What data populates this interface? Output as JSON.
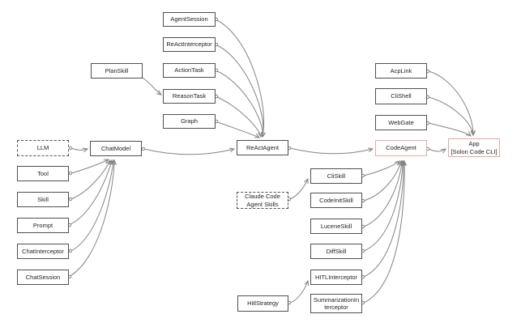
{
  "diagram": {
    "type": "dependency-graph",
    "colors": {
      "background": "#ffffff",
      "node_fill": "#ffffff",
      "node_border": "#4f4f4f",
      "highlight_node_border": "#efa6a2",
      "edge": "#848484",
      "text": "#1f1f1f"
    },
    "nodes": {
      "agent_session": {
        "label": "AgentSession"
      },
      "react_interceptor": {
        "label": "ReActInterceptor"
      },
      "action_task": {
        "label": "ActionTask"
      },
      "reason_task": {
        "label": "ReasonTask"
      },
      "graph": {
        "label": "Graph"
      },
      "plan_skill": {
        "label": "PlanSkill"
      },
      "llm": {
        "label": "LLM"
      },
      "tool": {
        "label": "Tool"
      },
      "skill": {
        "label": "Skill"
      },
      "prompt": {
        "label": "Prompt"
      },
      "chat_interceptor": {
        "label": "ChatInterceptor"
      },
      "chat_session": {
        "label": "ChatSession"
      },
      "chat_model": {
        "label": "ChatModel"
      },
      "react_agent": {
        "label": "ReActAgent"
      },
      "code_agent": {
        "label": "CodeAgent"
      },
      "app": {
        "label": "App",
        "sublabel": "[Solon Code CLI]"
      },
      "acp_link": {
        "label": "AcpLink"
      },
      "cli_shell": {
        "label": "CliShell"
      },
      "web_gate": {
        "label": "WebGate"
      },
      "cli_skill": {
        "label": "CliSkill"
      },
      "code_init_skill": {
        "label": "CodeInitSkill"
      },
      "lucene_skill": {
        "label": "LuceneSkill"
      },
      "diff_skill": {
        "label": "DiffSkill"
      },
      "hitl_interceptor": {
        "label": "HITLInterceptor"
      },
      "summarization_interceptor": {
        "label": "SummarizationInterceptor"
      },
      "claude_code_agent_skills": {
        "label": "Claude Code Agent Skills"
      },
      "hitl_strategy": {
        "label": "HitlStrategy"
      }
    },
    "edges": [
      {
        "from": "AgentSession",
        "to": "ReActAgent"
      },
      {
        "from": "ReActInterceptor",
        "to": "ReActAgent"
      },
      {
        "from": "ActionTask",
        "to": "ReActAgent"
      },
      {
        "from": "ReasonTask",
        "to": "ReActAgent"
      },
      {
        "from": "Graph",
        "to": "ReActAgent"
      },
      {
        "from": "PlanSkill",
        "to": "ReasonTask"
      },
      {
        "from": "LLM",
        "to": "ChatModel"
      },
      {
        "from": "Tool",
        "to": "ChatModel"
      },
      {
        "from": "Skill",
        "to": "ChatModel"
      },
      {
        "from": "Prompt",
        "to": "ChatModel"
      },
      {
        "from": "ChatInterceptor",
        "to": "ChatModel"
      },
      {
        "from": "ChatSession",
        "to": "ChatModel"
      },
      {
        "from": "ChatModel",
        "to": "ReActAgent"
      },
      {
        "from": "ReActAgent",
        "to": "CodeAgent"
      },
      {
        "from": "CodeAgent",
        "to": "App"
      },
      {
        "from": "AcpLink",
        "to": "App"
      },
      {
        "from": "CliShell",
        "to": "App"
      },
      {
        "from": "WebGate",
        "to": "App"
      },
      {
        "from": "CliSkill",
        "to": "CodeAgent"
      },
      {
        "from": "CodeInitSkill",
        "to": "CodeAgent"
      },
      {
        "from": "LuceneSkill",
        "to": "CodeAgent"
      },
      {
        "from": "DiffSkill",
        "to": "CodeAgent"
      },
      {
        "from": "HITLInterceptor",
        "to": "CodeAgent"
      },
      {
        "from": "SummarizationInterceptor",
        "to": "CodeAgent"
      },
      {
        "from": "Claude Code Agent Skills",
        "to": "CliSkill"
      },
      {
        "from": "HitlStrategy",
        "to": "HITLInterceptor"
      }
    ]
  }
}
